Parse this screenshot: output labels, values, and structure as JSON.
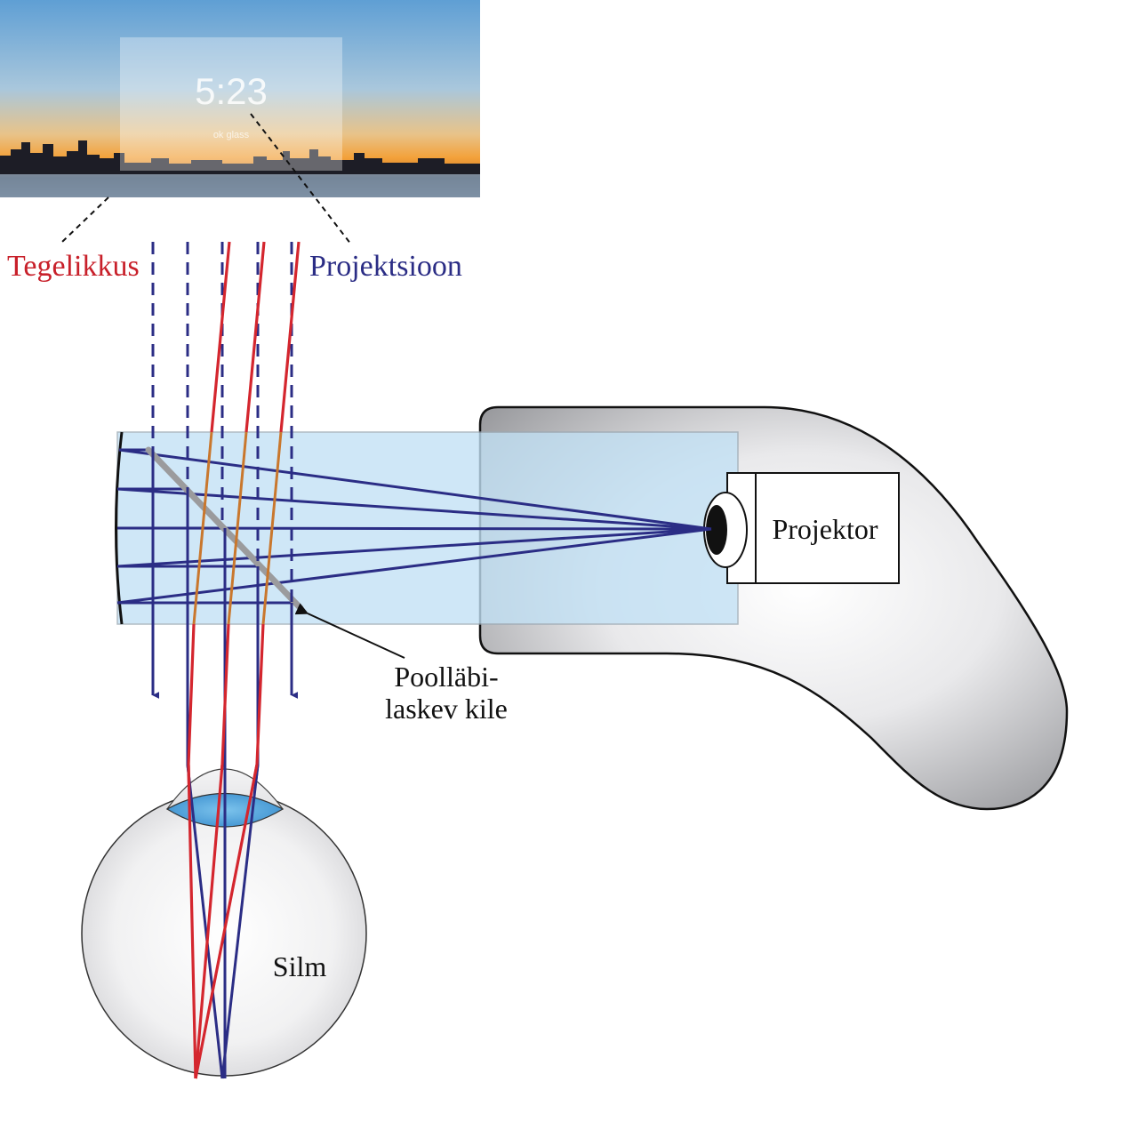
{
  "preview": {
    "clock_time": "5:23",
    "clock_subtitle": "ok glass"
  },
  "labels": {
    "reality": "Tegelikkus",
    "projection": "Projektsioon",
    "projector": "Projektor",
    "splitter_line1": "Poolläbi-",
    "splitter_line2": "laskev kile",
    "eye": "Silm"
  },
  "colors": {
    "reality_ray": "#d4262e",
    "projection_ray": "#2b2d85",
    "prism_fill": "#c9e4f6",
    "housing_dark": "#9a9b9e",
    "lens_blue": "#4aa3dc",
    "reality_text": "#c8202a",
    "projection_text": "#2b2d85"
  }
}
